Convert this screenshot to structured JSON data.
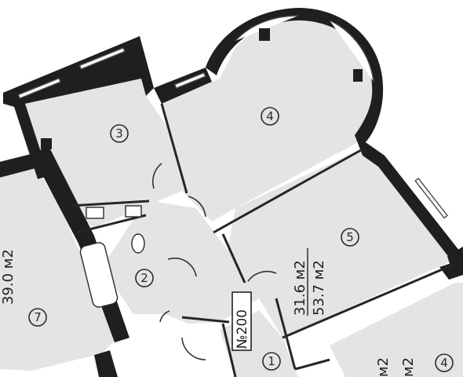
{
  "rooms": [
    {
      "id": "1",
      "label": "1"
    },
    {
      "id": "2",
      "label": "2"
    },
    {
      "id": "3",
      "label": "3"
    },
    {
      "id": "4",
      "label": "4"
    },
    {
      "id": "5",
      "label": "5"
    },
    {
      "id": "7",
      "label": "7"
    },
    {
      "id": "4b",
      "label": "4"
    }
  ],
  "areas": {
    "living": "31.6 м2",
    "total": "53.7 м2",
    "left_partial": "39.0 м2",
    "right_top": "м2",
    "right_bottom": "м2"
  },
  "apartment": {
    "number": "№200"
  },
  "colors": {
    "wall": "#1f1f1f",
    "floor": "#e4e4e4",
    "background": "#ffffff"
  }
}
